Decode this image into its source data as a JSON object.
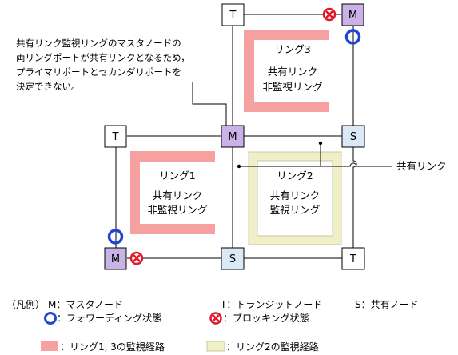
{
  "colors": {
    "master_fill": "#c9b3e6",
    "shared_fill": "#dbe9f7",
    "transit_fill": "#ffffff",
    "path_ring13": "#f6a0a0",
    "path_ring2": "#f0f0c8",
    "forwarding": "#1f45d8",
    "blocking": "#e0192a"
  },
  "nodes": {
    "t_top": "T",
    "m_top": "M",
    "t_left": "T",
    "m_center": "M",
    "s_right": "S",
    "m_bottom": "M",
    "s_bottom": "S",
    "t_bottom_right": "T"
  },
  "rings": {
    "ring3": {
      "title": "リング3",
      "line1": "共有リンク",
      "line2": "非監視リング"
    },
    "ring1": {
      "title": "リング1",
      "line1": "共有リンク",
      "line2": "非監視リング"
    },
    "ring2": {
      "title": "リング2",
      "line1": "共有リンク",
      "line2": "監視リング"
    }
  },
  "annotations": {
    "note_lines": [
      "共有リンク監視リングのマスタノードの",
      "両リングポートが共有リンクとなるため，",
      "プライマリポートとセカンダリポートを",
      "決定できない。"
    ],
    "shared_link": "共有リンク"
  },
  "legend": {
    "prefix": "（凡例）",
    "master": "M：マスタノード",
    "transit": "T：トランジットノード",
    "shared": "S：共有ノード",
    "forwarding": "：フォワーディング状態",
    "blocking": "：ブロッキング状態",
    "path13": "：リング1, 3の監視経路",
    "path2": "：リング2の監視経路"
  }
}
